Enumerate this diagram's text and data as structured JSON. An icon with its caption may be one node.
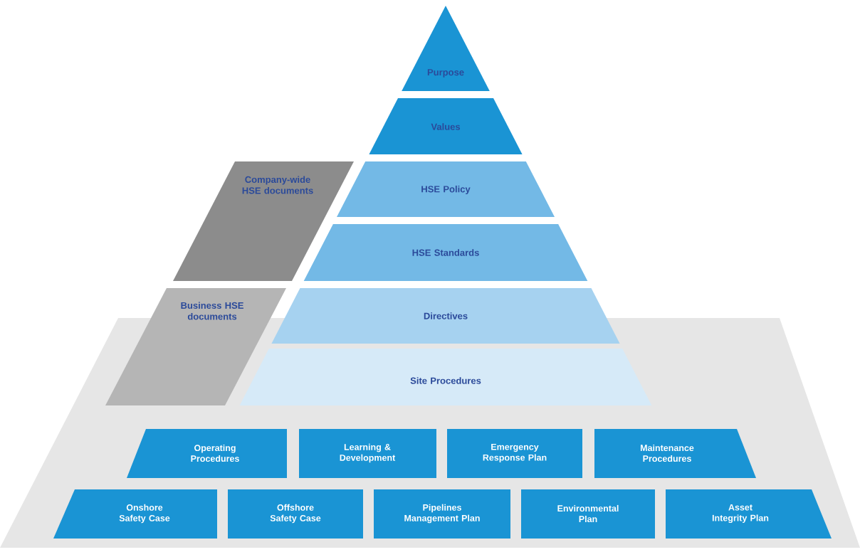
{
  "diagram": {
    "nodes": [
      {
        "text": [
          "Purpose"
        ]
      },
      {
        "text": [
          "Values"
        ]
      },
      {
        "text": [
          "Company-wide HSE documents"
        ]
      },
      {
        "text": [
          "HSE Policy"
        ]
      },
      {
        "text": [
          "HSE Standards"
        ]
      },
      {
        "text": [
          "Business HSE documents"
        ]
      },
      {
        "text": [
          "Directives"
        ]
      },
      {
        "text": [],
        "shape": "box"
      },
      {
        "text": [
          "Site Procedures"
        ],
        "in": 7
      },
      {
        "text": [
          "Operating Procedures"
        ],
        "in": 7
      },
      {
        "text": [
          "Learning & Development"
        ],
        "in": 7
      },
      {
        "text": [
          "Emergency Response Plan"
        ],
        "in": 7
      },
      {
        "text": [
          "Maintenance Procedures"
        ],
        "in": 7
      },
      {
        "text": [
          "Onshore Safety Case"
        ],
        "in": 7
      },
      {
        "text": [
          "Offshore Safety Case"
        ],
        "in": 7
      },
      {
        "text": [
          "Pipelines Management Plan"
        ],
        "in": 7
      },
      {
        "text": [
          "Environmental Plan"
        ],
        "in": 7
      },
      {
        "text": [
          "Asset Integrity Plan"
        ],
        "in": 7
      }
    ]
  }
}
